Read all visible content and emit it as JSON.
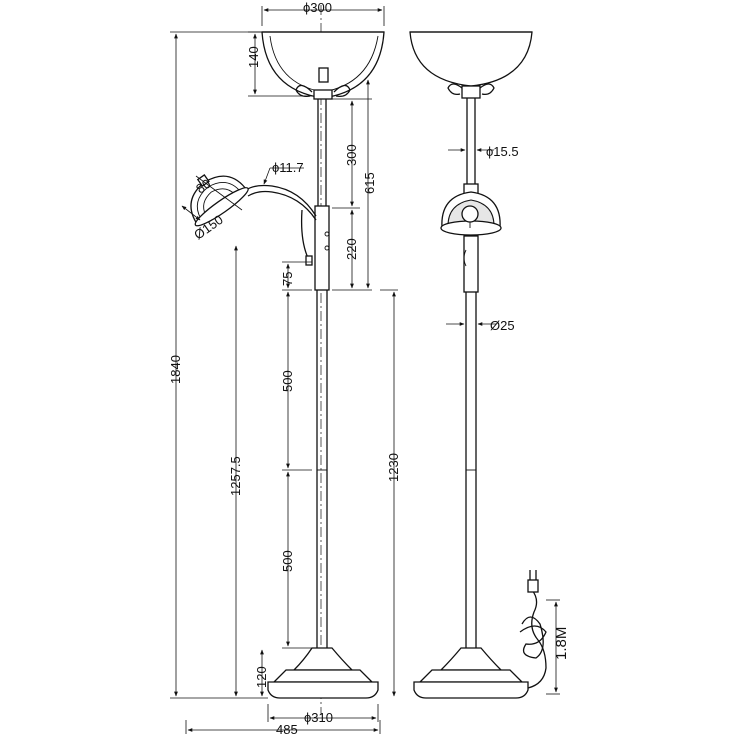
{
  "diagram": {
    "labels": {
      "top_shade_diameter": "ϕ300",
      "top_shade_height": "140",
      "reading_arm_diameter": "ϕ11.7",
      "reading_shade_depth": "80",
      "reading_shade_diameter": "Ø150",
      "upper_stem": "300",
      "total_upper": "615",
      "switch_section": "220",
      "collar": "75",
      "tube_upper": "500",
      "tube_lower": "500",
      "base_height": "120",
      "reading_height": "1257.5",
      "total_height": "1840",
      "switch_height": "1230",
      "base_diameter": "ϕ310",
      "overall_width": "485",
      "side_stem_diameter": "ϕ15.5",
      "side_pole_diameter": "Ø25",
      "cord_length": "1.8M"
    },
    "colors": {
      "line": "#111111",
      "shade_inner": "#e6e6e6",
      "background": "#ffffff"
    }
  }
}
